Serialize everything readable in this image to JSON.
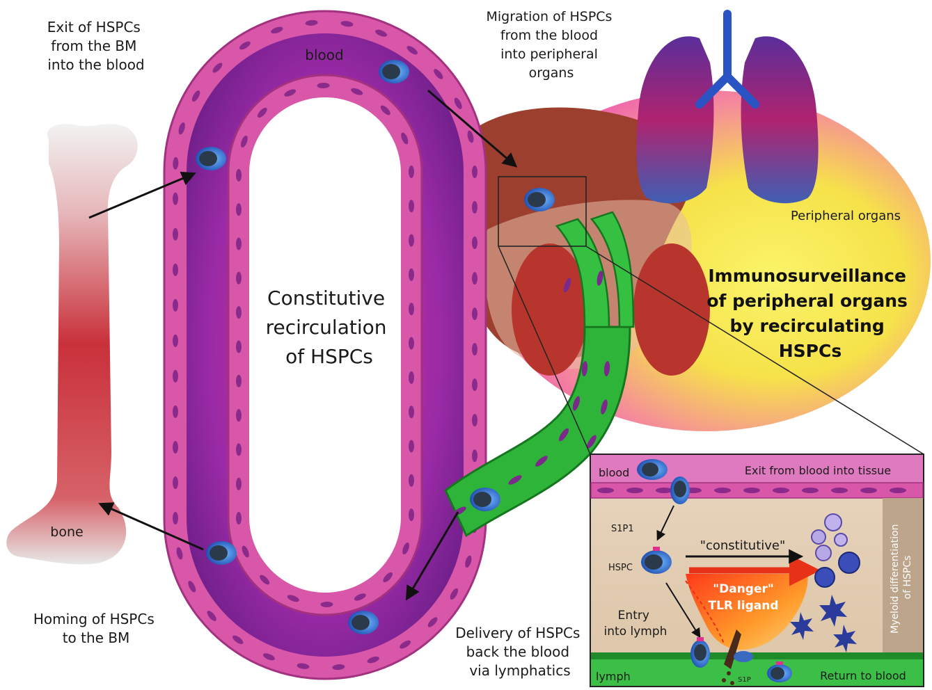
{
  "labels": {
    "exit_bm": [
      "Exit of HSPCs",
      "from the BM",
      "into the blood"
    ],
    "blood": "blood",
    "migration": [
      "Migration of HSPCs",
      "from the blood",
      "into peripheral",
      "organs"
    ],
    "peripheral_organs": "Peripheral organs",
    "immunosurveillance": [
      "Immunosurveillance",
      "of peripheral organs",
      "by recirculating",
      "HSPCs"
    ],
    "constitutive": [
      "Constitutive",
      "recirculation",
      "of HSPCs"
    ],
    "bone": "bone",
    "homing": [
      "Homing of HSPCs",
      "to the BM"
    ],
    "delivery": [
      "Delivery of HSPCs",
      "back the blood",
      "via lymphatics"
    ]
  },
  "inset": {
    "blood": "blood",
    "exit_tissue": "Exit from blood into tissue",
    "s1p1": "S1P1",
    "hspc": "HSPC",
    "constitutive": "\"constitutive\"",
    "danger": "\"Danger\"",
    "tlr": "TLR ligand",
    "entry": [
      "Entry",
      "into lymph"
    ],
    "myeloid": [
      "Myeloid differentiation",
      "of HSPCs"
    ],
    "lymph": "lymph",
    "s1p": "S1P",
    "return": "Return to blood"
  },
  "colors": {
    "vessel_outer": "#e26bb4",
    "vessel_lumen": "#8a2aa0",
    "lymph_green": "#2fb43a",
    "organ_brown": "#9c3f2f",
    "ellipse_yellow": "#f6ea4a",
    "ellipse_pink": "#f06ab0",
    "cell_blue": "#2a67c9",
    "arrow_red": "#e83218"
  }
}
